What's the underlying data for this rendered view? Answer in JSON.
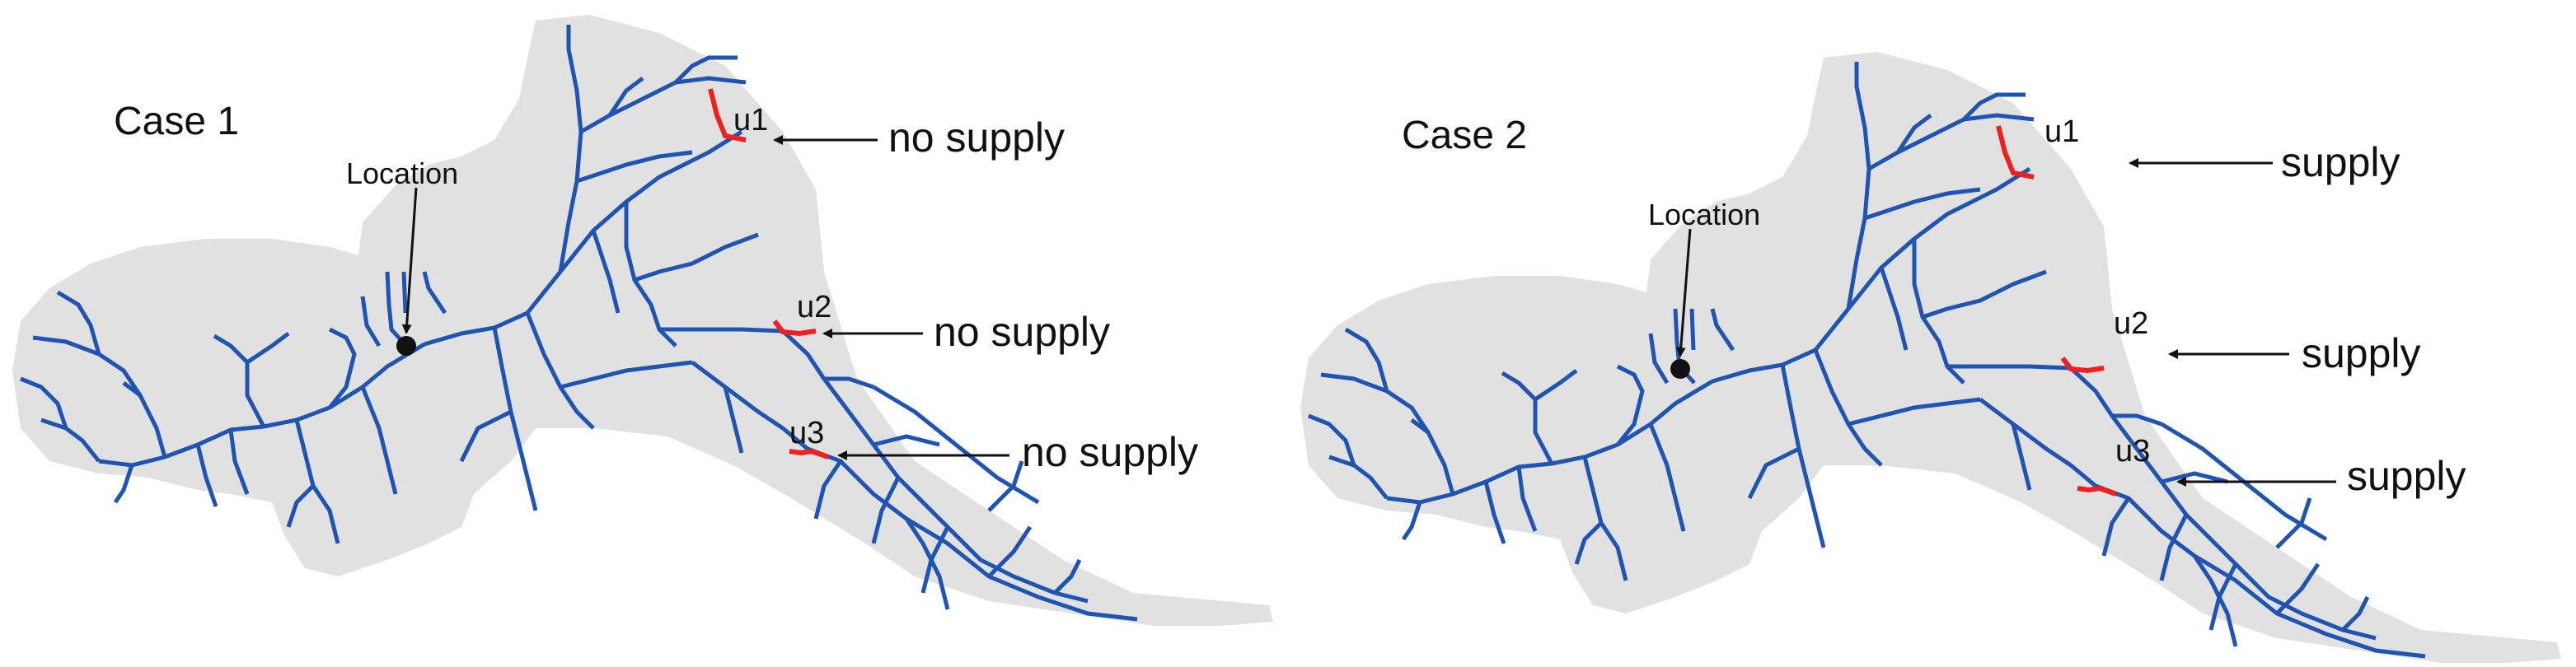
{
  "colors": {
    "background": "#ffffff",
    "catchment": "#e1e1e1",
    "river": "#1f54b2",
    "upstream_segment": "#ee2020",
    "annotation": "#111111"
  },
  "panels": [
    {
      "title": "Case 1",
      "location_label": "Location",
      "segments": [
        {
          "id": "u1",
          "status": "no supply"
        },
        {
          "id": "u2",
          "status": "no supply"
        },
        {
          "id": "u3",
          "status": "no supply"
        }
      ]
    },
    {
      "title": "Case 2",
      "location_label": "Location",
      "segments": [
        {
          "id": "u1",
          "status": "supply"
        },
        {
          "id": "u2",
          "status": "supply"
        },
        {
          "id": "u3",
          "status": "supply"
        }
      ]
    }
  ]
}
